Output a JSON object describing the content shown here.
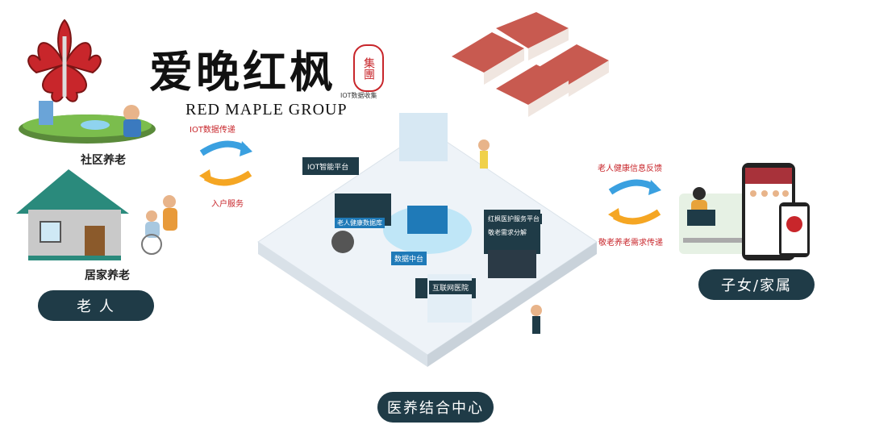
{
  "brand": {
    "name_cn": "爱晚红枫",
    "name_en": "RED MAPLE GROUP",
    "seal": "集團",
    "iot_caption": "IOT数据收集",
    "colors": {
      "accent": "#c8262b",
      "pill": "#1f3b47"
    }
  },
  "left": {
    "community_label": "社区养老",
    "home_label": "居家养老",
    "elder_pill": "老 人",
    "arrow_top": "IOT数据传递",
    "arrow_bottom": "入户服务"
  },
  "right": {
    "arrow_top": "老人健康信息反馈",
    "arrow_bottom": "敬老养老需求传递",
    "family_pill": "子女/家属"
  },
  "center": {
    "pill": "医养结合中心",
    "signs": [
      "IOT智能平台",
      "数据中台",
      "互联网医院",
      "红枫医护服务平台",
      "敬老需求分解",
      "老人健康数据库"
    ]
  },
  "icons": [
    "maple-leaf-icon",
    "house-icon",
    "phone-icon",
    "sync-arrows-icon"
  ]
}
